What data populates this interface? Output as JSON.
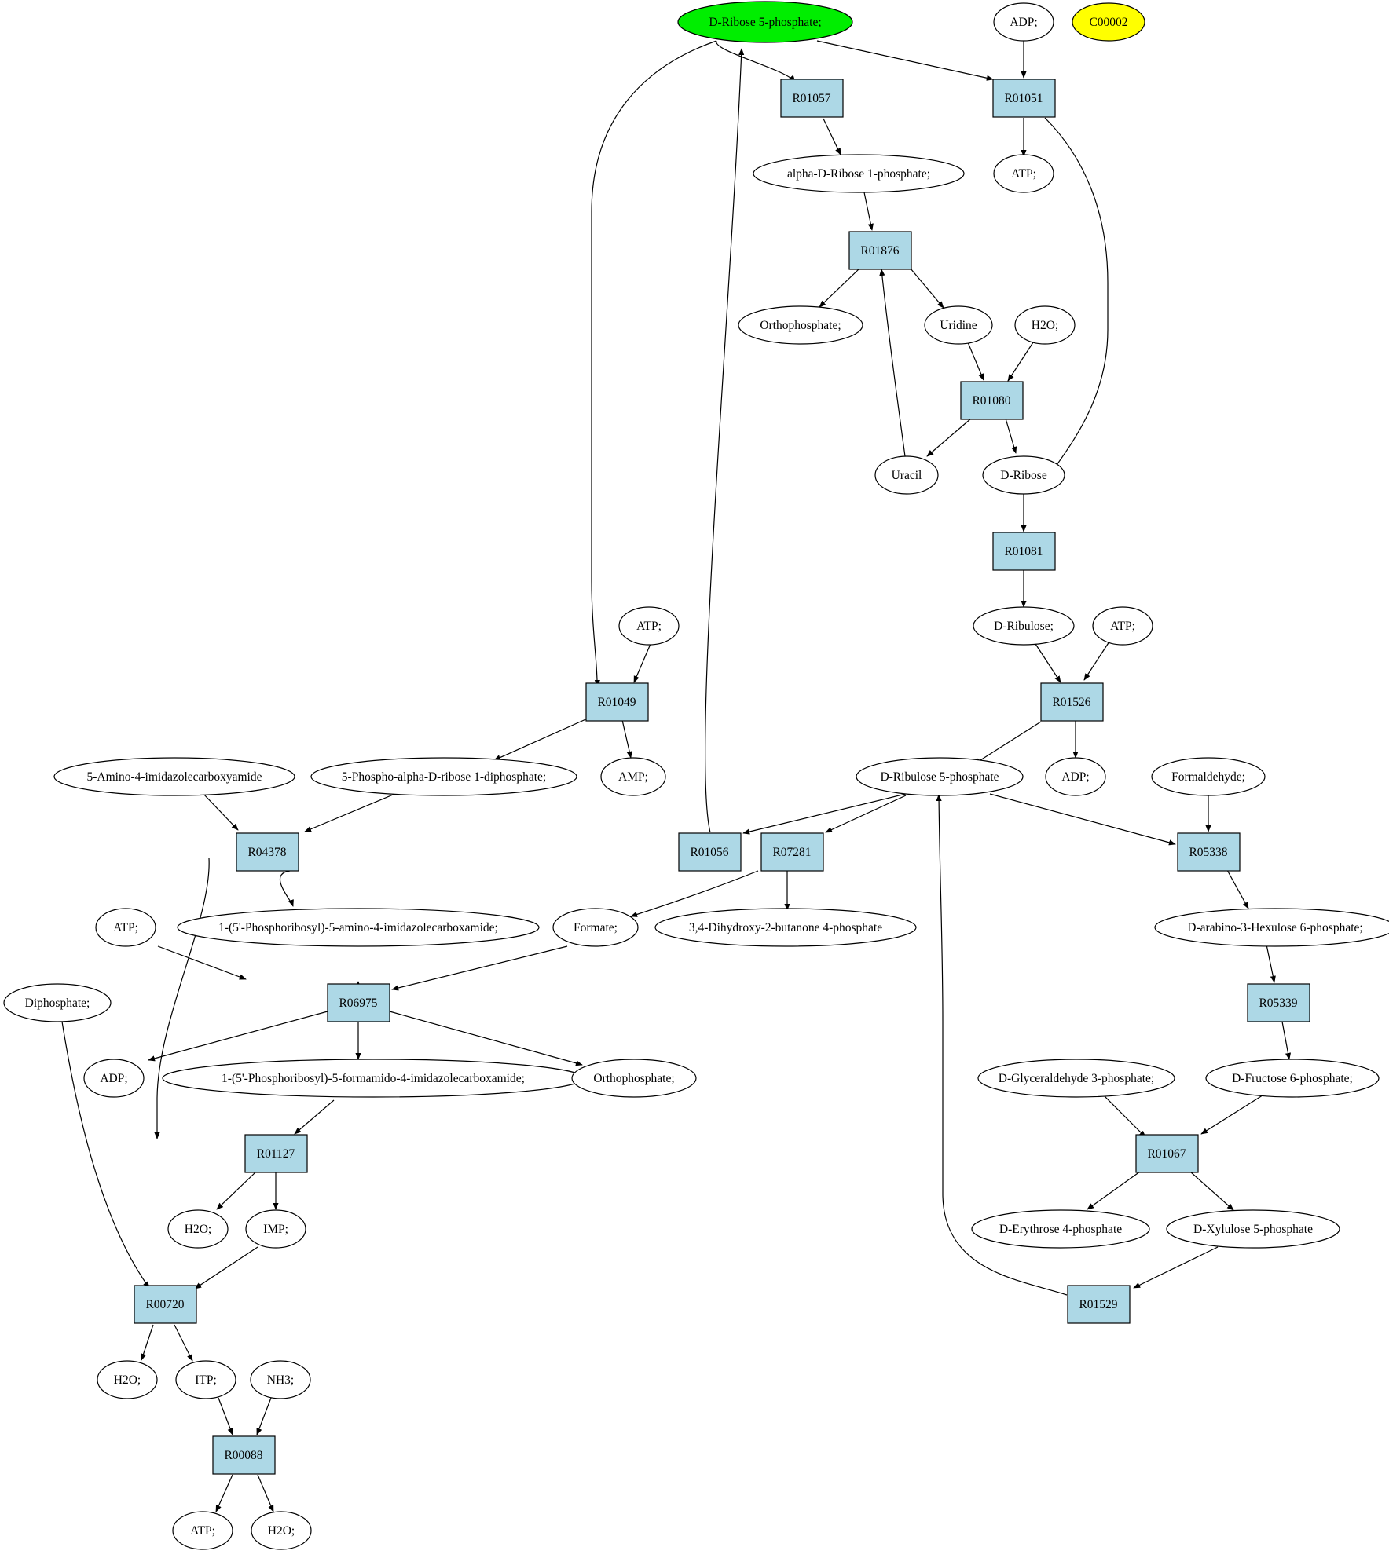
{
  "colors": {
    "reaction_fill": "#add8e6",
    "compound_fill": "#ffffff",
    "highlight_green": "#00ee00",
    "highlight_yellow": "#ffff00",
    "stroke": "#000000"
  },
  "compounds": {
    "c01": {
      "label": "D-Ribose 5-phosphate;"
    },
    "c02": {
      "label": "ADP;"
    },
    "c03": {
      "label": "C00002"
    },
    "c04": {
      "label": "alpha-D-Ribose 1-phosphate;"
    },
    "c05": {
      "label": "ATP;"
    },
    "c06": {
      "label": "Orthophosphate;"
    },
    "c07": {
      "label": "Uridine"
    },
    "c08": {
      "label": "H2O;"
    },
    "c09": {
      "label": "Uracil"
    },
    "c10": {
      "label": "D-Ribose"
    },
    "c11": {
      "label": "ATP;"
    },
    "c12": {
      "label": "D-Ribulose;"
    },
    "c13": {
      "label": "ATP;"
    },
    "c14": {
      "label": "5-Amino-4-imidazolecarboxyamide"
    },
    "c15": {
      "label": "5-Phospho-alpha-D-ribose 1-diphosphate;"
    },
    "c16": {
      "label": "AMP;"
    },
    "c17": {
      "label": "D-Ribulose 5-phosphate"
    },
    "c18": {
      "label": "ADP;"
    },
    "c19": {
      "label": "Formaldehyde;"
    },
    "c20": {
      "label": "ATP;"
    },
    "c21": {
      "label": "1-(5'-Phosphoribosyl)-5-amino-4-imidazolecarboxamide;"
    },
    "c22": {
      "label": "Formate;"
    },
    "c23": {
      "label": "3,4-Dihydroxy-2-butanone 4-phosphate"
    },
    "c24": {
      "label": "D-arabino-3-Hexulose 6-phosphate;"
    },
    "c25": {
      "label": "Diphosphate;"
    },
    "c26": {
      "label": "ADP;"
    },
    "c27": {
      "label": "1-(5'-Phosphoribosyl)-5-formamido-4-imidazolecarboxamide;"
    },
    "c28": {
      "label": "Orthophosphate;"
    },
    "c29": {
      "label": "D-Glyceraldehyde 3-phosphate;"
    },
    "c30": {
      "label": "D-Fructose 6-phosphate;"
    },
    "c31": {
      "label": "H2O;"
    },
    "c32": {
      "label": "IMP;"
    },
    "c33": {
      "label": "D-Erythrose 4-phosphate"
    },
    "c34": {
      "label": "D-Xylulose 5-phosphate"
    },
    "c35": {
      "label": "H2O;"
    },
    "c36": {
      "label": "ITP;"
    },
    "c37": {
      "label": "NH3;"
    },
    "c38": {
      "label": "ATP;"
    },
    "c39": {
      "label": "H2O;"
    }
  },
  "reactions": {
    "r01": {
      "label": "R01057"
    },
    "r02": {
      "label": "R01051"
    },
    "r03": {
      "label": "R01876"
    },
    "r04": {
      "label": "R01080"
    },
    "r05": {
      "label": "R01081"
    },
    "r06": {
      "label": "R01049"
    },
    "r07": {
      "label": "R01526"
    },
    "r08": {
      "label": "R04378"
    },
    "r09": {
      "label": "R01056"
    },
    "r10": {
      "label": "R07281"
    },
    "r11": {
      "label": "R05338"
    },
    "r12": {
      "label": "R06975"
    },
    "r13": {
      "label": "R05339"
    },
    "r14": {
      "label": "R01127"
    },
    "r15": {
      "label": "R01067"
    },
    "r16": {
      "label": "R00720"
    },
    "r17": {
      "label": "R01529"
    },
    "r18": {
      "label": "R00088"
    }
  }
}
